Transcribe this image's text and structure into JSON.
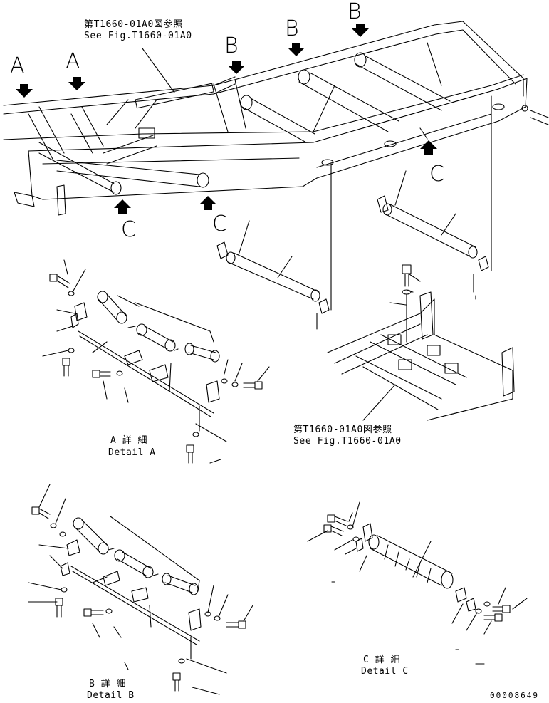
{
  "view_letters": {
    "a1": "A",
    "a2": "A",
    "b1": "B",
    "b2": "B",
    "b3": "B",
    "c1": "C",
    "c2": "C",
    "c3": "C"
  },
  "ref_top": {
    "jp": "第T1660-01A0図参照",
    "en": "See Fig.T1660-01A0"
  },
  "ref_mid": {
    "jp": "第T1660-01A0図参照",
    "en": "See Fig.T1660-01A0"
  },
  "detail_a": {
    "jp": "A 詳 細",
    "en": "Detail A"
  },
  "detail_b": {
    "jp": "B 詳 細",
    "en": "Detail B"
  },
  "detail_c": {
    "jp": "C 詳 細",
    "en": "Detail C"
  },
  "drawing_number": "00008649"
}
